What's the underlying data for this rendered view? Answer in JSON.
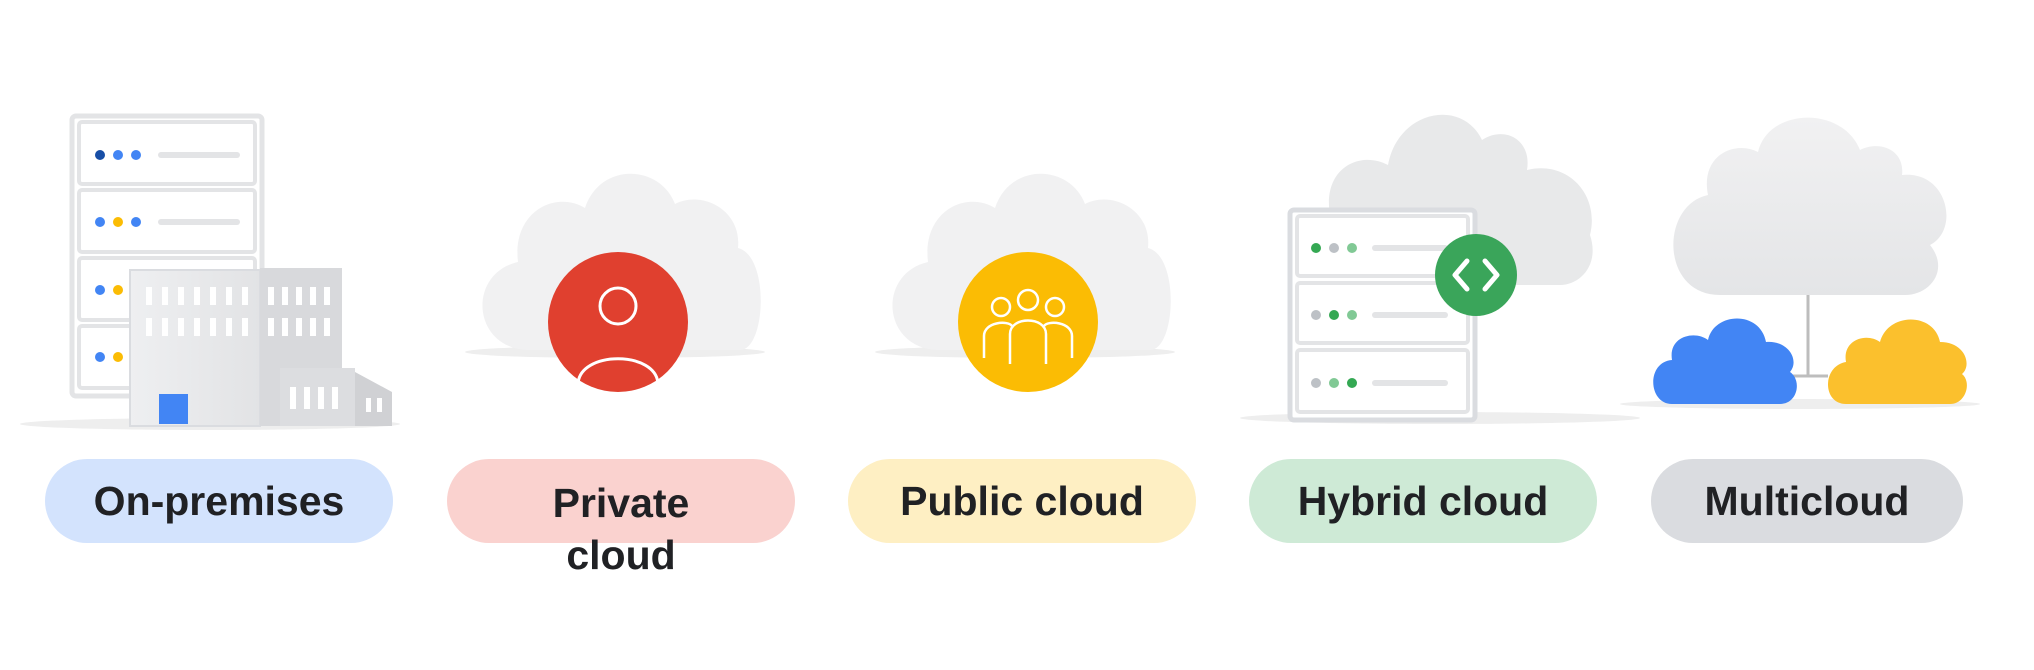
{
  "categories": [
    {
      "id": "on-premises",
      "label": "On-premises",
      "pill_color": "#d3e3fd"
    },
    {
      "id": "private-cloud",
      "label": "Private cloud",
      "pill_color": "#fad2cf"
    },
    {
      "id": "public-cloud",
      "label": "Public cloud",
      "pill_color": "#feefc3"
    },
    {
      "id": "hybrid-cloud",
      "label": "Hybrid cloud",
      "pill_color": "#ceead6"
    },
    {
      "id": "multicloud",
      "label": "Multicloud",
      "pill_color": "#dadce0"
    }
  ],
  "colors": {
    "blue": "#4285f4",
    "red": "#ea4335",
    "yellow": "#fbbc04",
    "green": "#34a853",
    "dark_blue": "#174ea6",
    "cloud_gray": "#f1f3f4",
    "server_gray": "#dadce0"
  },
  "icons": {
    "on-premises": "server-building-icon",
    "private-cloud": "person-cloud-icon",
    "public-cloud": "group-cloud-icon",
    "hybrid-cloud": "server-code-cloud-icon",
    "multicloud": "connected-clouds-icon"
  }
}
